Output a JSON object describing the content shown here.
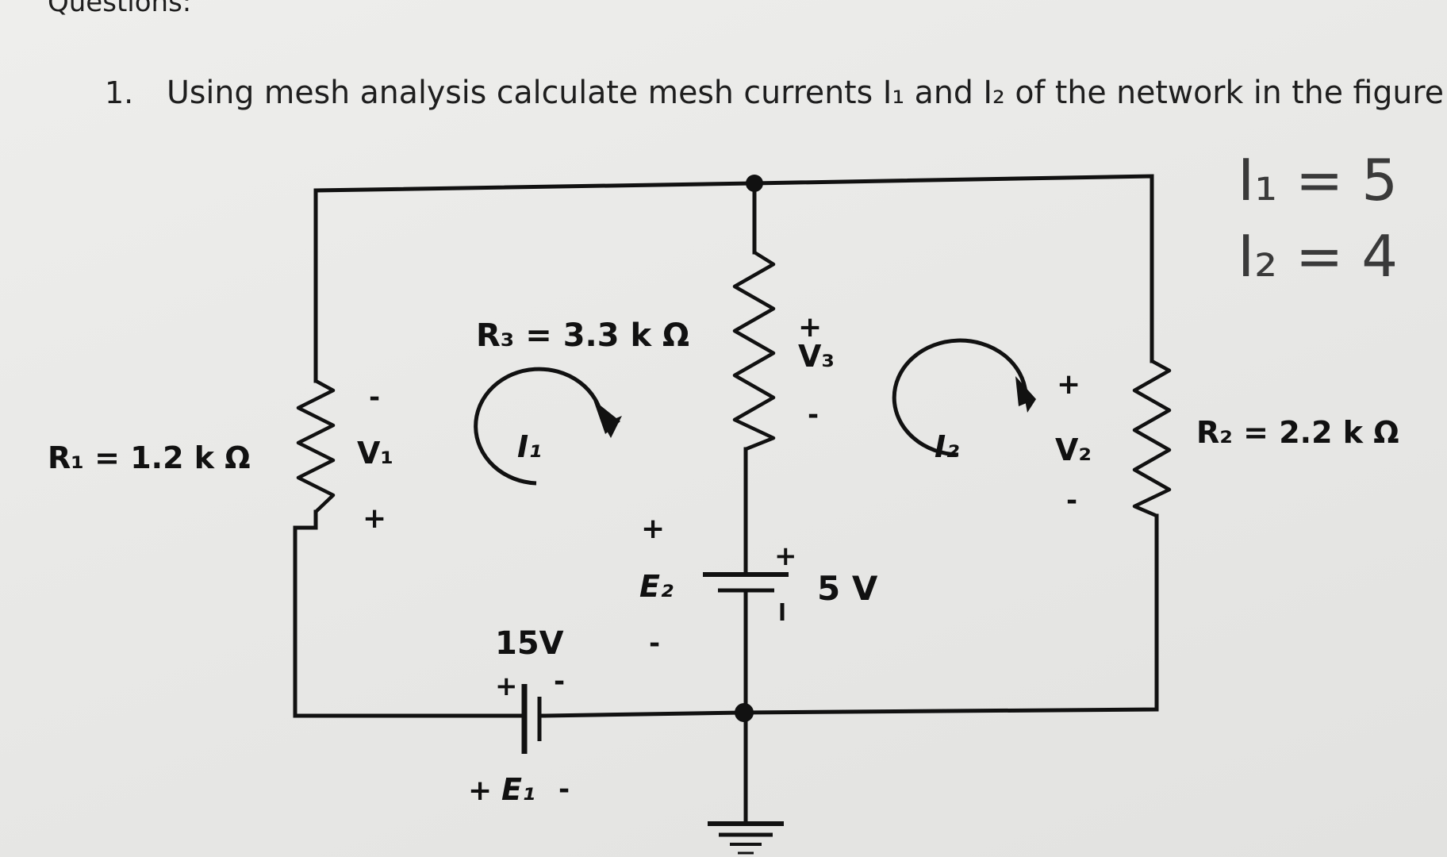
{
  "header": {
    "section_title": "Questions:",
    "question_number": "1.",
    "question_text": "Using mesh analysis calculate mesh currents I₁ and I₂ of the network in the figure"
  },
  "handwritten_notes": {
    "line1": "I₁ = 5",
    "line2": "I₂ = 4"
  },
  "circuit": {
    "R1_label": "R₁ = 1.2 k Ω",
    "R2_label": "R₂ = 2.2 k Ω",
    "R3_label": "R₃ = 3.3 k Ω",
    "V1_label": "V₁",
    "V2_label": "V₂",
    "V3_label": "V₃",
    "E1_label": "E₁",
    "E1_value": "15V",
    "E2_label": "E₂",
    "E2_value": "5 V",
    "mesh1_label": "I₁",
    "mesh2_label": "I₂",
    "plus": "+",
    "minus": "-"
  }
}
